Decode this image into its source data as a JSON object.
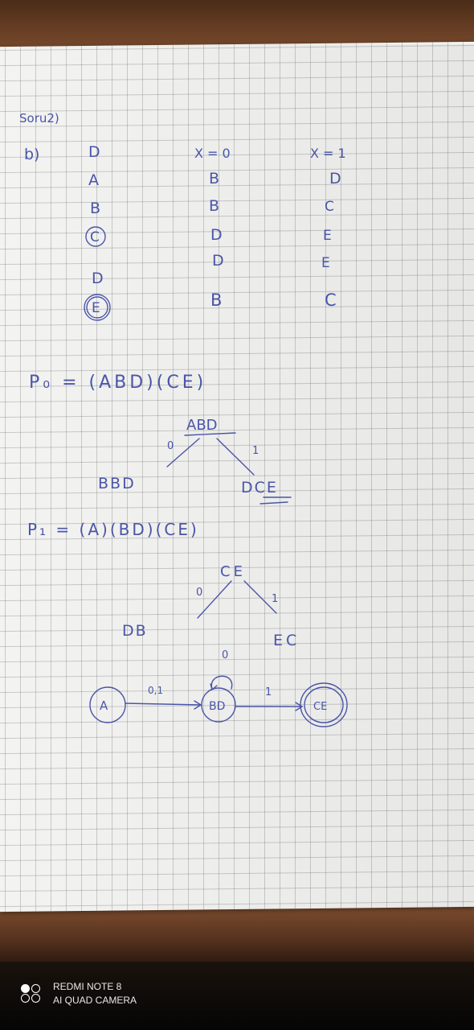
{
  "notes": {
    "header": "Soru2)",
    "part": "b)",
    "col1": [
      "D",
      "A",
      "B",
      "C",
      "D",
      "E"
    ],
    "col2_header": "X = 0",
    "col2": [
      "B",
      "B",
      "D",
      "D",
      "B"
    ],
    "col3_header": "X = 1",
    "col3": [
      "D",
      "C",
      "E",
      "E",
      "C"
    ],
    "p0": "P₀ = (ABD)(CE)",
    "root1": "ABD",
    "edge0": "0",
    "edge1": "1",
    "left1": "BBD",
    "right1": "DCE",
    "p1": "P₁ = (A)(BD)(CE)",
    "root2": "CE",
    "left2": "DB",
    "right2": "EC",
    "state_a": "A",
    "state_bd": "BD",
    "state_ce": "CE",
    "arrow_a": "0,1",
    "loop_bd": "0",
    "arrow_bd": "1"
  },
  "watermark": {
    "line1": "REDMI NOTE 8",
    "line2": "AI QUAD CAMERA",
    "icon": "camera-logo-icon"
  }
}
